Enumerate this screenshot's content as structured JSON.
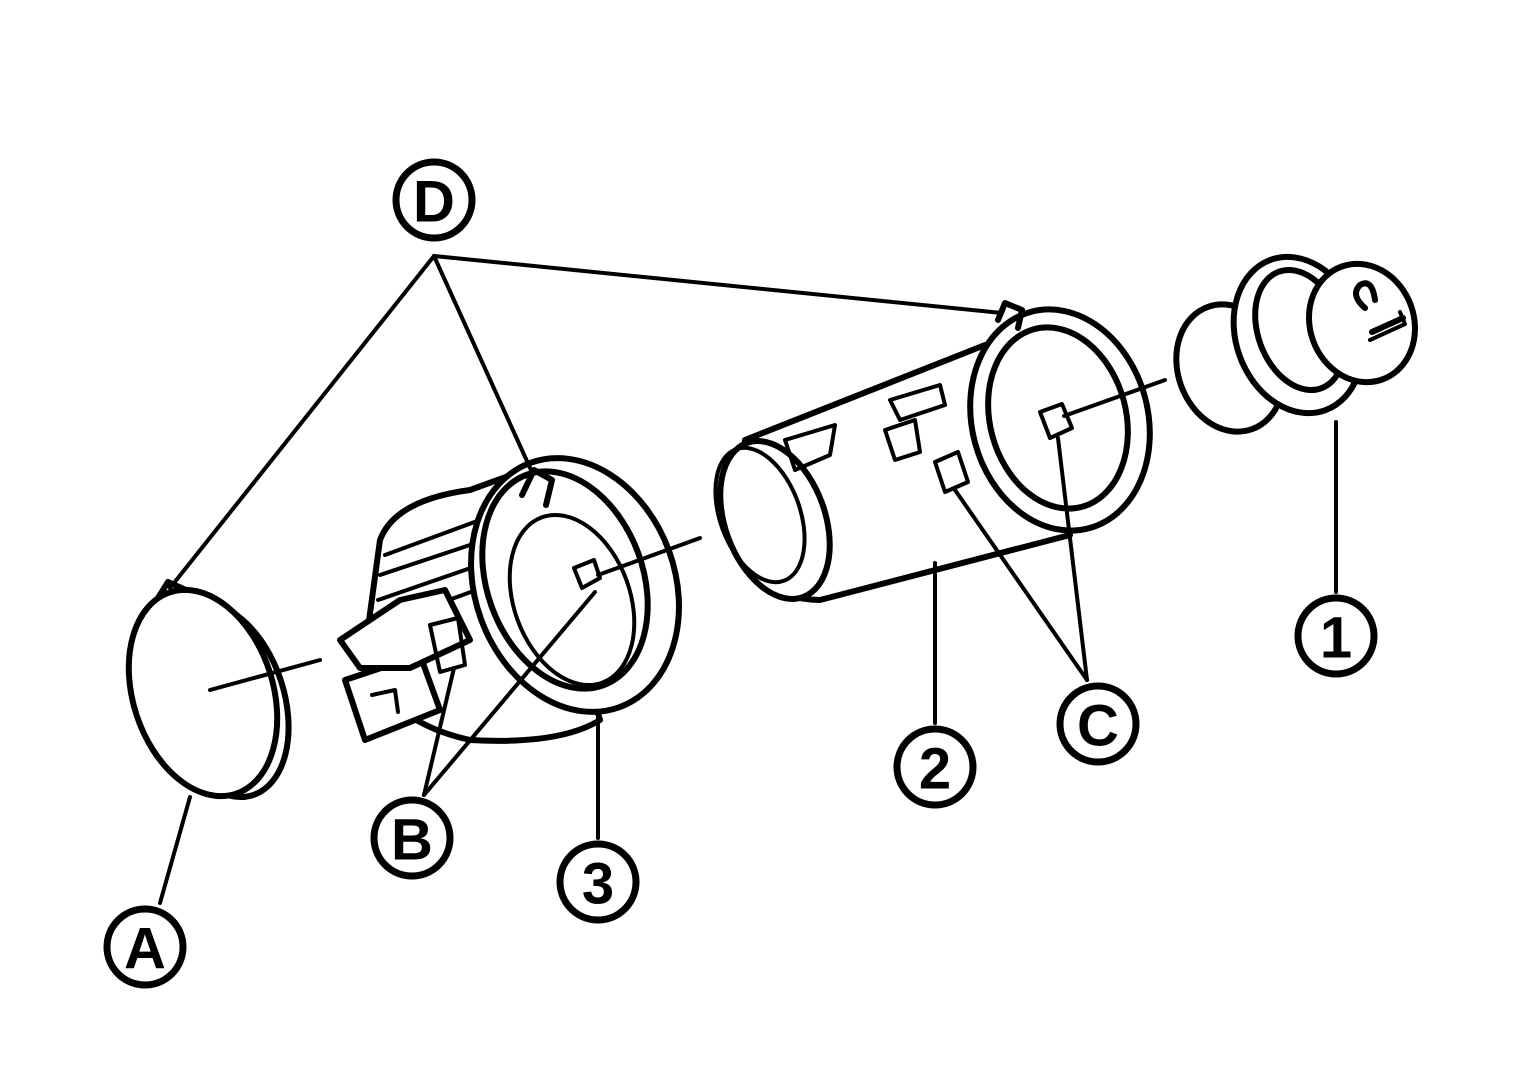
{
  "callouts": {
    "A": "A",
    "B": "B",
    "C": "C",
    "D": "D",
    "one": "1",
    "two": "2",
    "three": "3"
  }
}
